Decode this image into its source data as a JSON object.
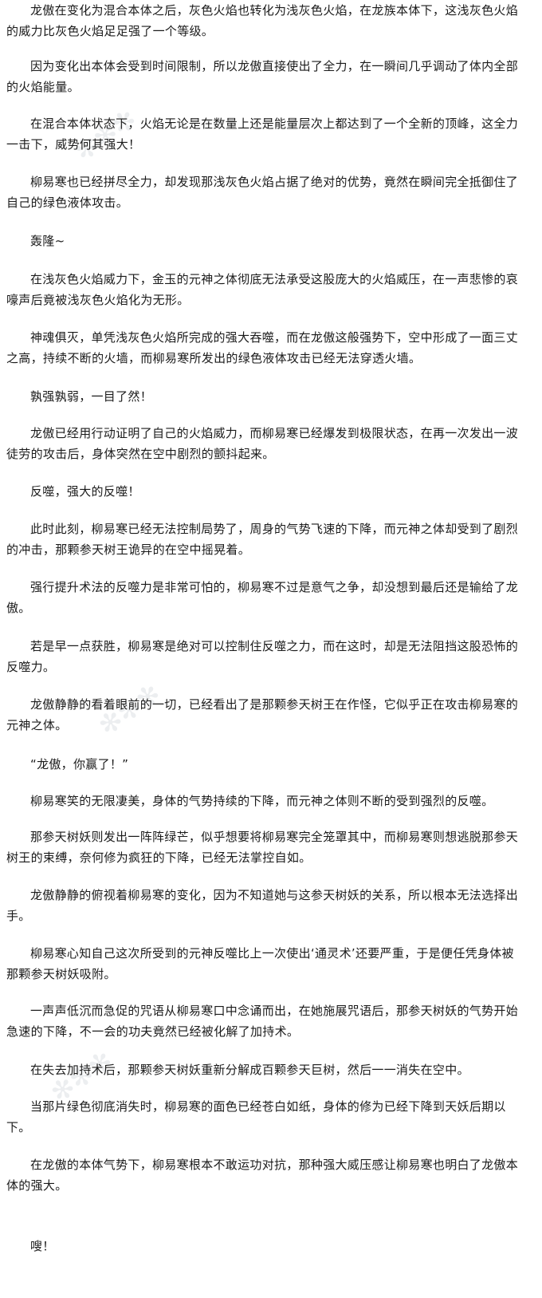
{
  "paragraphs": [
    "龙傲在变化为混合本体之后，灰色火焰也转化为浅灰色火焰，在龙族本体下，这浅灰色火焰的威力比灰色火焰足足强了一个等级。",
    "因为变化出本体会受到时间限制，所以龙傲直接使出了全力，在一瞬间几乎调动了体内全部的火焰能量。",
    "在混合本体状态下，火焰无论是在数量上还是能量层次上都达到了一个全新的顶峰，这全力一击下，威势何其强大！",
    "柳易寒也已经拼尽全力，却发现那浅灰色火焰占据了绝对的优势，竟然在瞬间完全抵御住了自己的绿色液体攻击。",
    "轰隆~",
    "在浅灰色火焰威力下，金玉的元神之体彻底无法承受这股庞大的火焰威压，在一声悲惨的哀嚎声后竟被浅灰色火焰化为无形。",
    "神魂俱灭，单凭浅灰色火焰所完成的强大吞噬，而在龙傲这般强势下，空中形成了一面三丈之高，持续不断的火墙，而柳易寒所发出的绿色液体攻击已经无法穿透火墙。",
    "孰强孰弱，一目了然！",
    "龙傲已经用行动证明了自己的火焰威力，而柳易寒已经爆发到极限状态，在再一次发出一波徒劳的攻击后，身体突然在空中剧烈的颤抖起来。",
    "反噬，强大的反噬！",
    "此时此刻，柳易寒已经无法控制局势了，周身的气势飞速的下降，而元神之体却受到了剧烈的冲击，那颗参天树王诡异的在空中摇晃着。",
    "强行提升术法的反噬力是非常可怕的，柳易寒不过是意气之争，却没想到最后还是输给了龙傲。",
    "若是早一点获胜，柳易寒是绝对可以控制住反噬之力，而在这时，却是无法阻挡这股恐怖的反噬力。",
    "龙傲静静的看着眼前的一切，已经看出了是那颗参天树王在作怪，它似乎正在攻击柳易寒的元神之体。",
    "“龙傲，你赢了！”",
    "柳易寒笑的无限凄美，身体的气势持续的下降，而元神之体则不断的受到强烈的反噬。",
    "那参天树妖则发出一阵阵绿芒，似乎想要将柳易寒完全笼罩其中，而柳易寒则想逃脱那参天树王的束缚，奈何修为疯狂的下降，已经无法掌控自如。",
    "龙傲静静的俯视着柳易寒的变化，因为不知道她与这参天树妖的关系，所以根本无法选择出手。",
    "柳易寒心知自己这次所受到的元神反噬比上一次使出‘通灵术’还要严重，于是便任凭身体被那颗参天树妖吸附。",
    "一声声低沉而急促的咒语从柳易寒口中念诵而出，在她施展咒语后，那参天树妖的气势开始急速的下降，不一会的功夫竟然已经被化解了加持术。",
    "在失去加持术后，那颗参天树妖重新分解成百颗参天巨树，然后一一消失在空中。",
    "当那片绿色彻底消失时，柳易寒的面色已经苍白如纸，身体的修为已经下降到天妖后期以下。",
    "在龙傲的本体气势下，柳易寒根本不敢运功对抗，那种强大威压感让柳易寒也明白了龙傲本体的强大。",
    "嗖！"
  ]
}
